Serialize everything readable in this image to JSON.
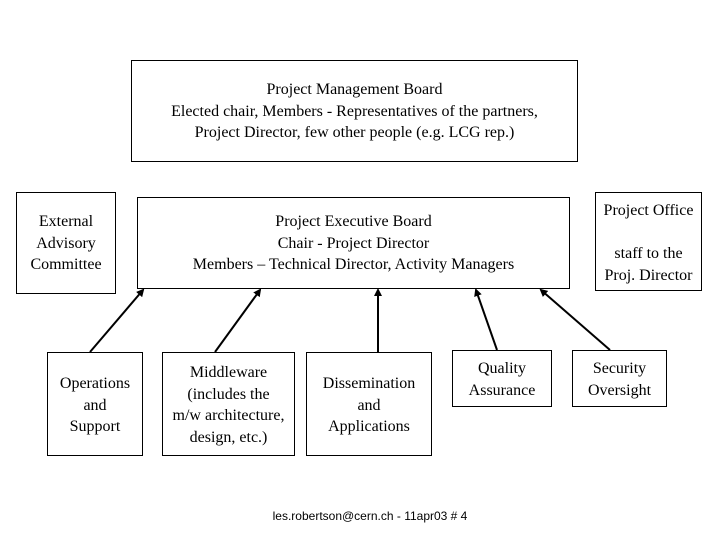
{
  "boards": {
    "pmb": [
      "Project Management Board",
      "Elected chair, Members - Representatives of the partners,",
      "Project Director, few other people (e.g. LCG rep.)"
    ],
    "peb": [
      "Project Executive Board",
      "Chair - Project Director",
      "Members – Technical Director, Activity Managers"
    ],
    "advisory": [
      "External",
      "Advisory",
      "Committee"
    ],
    "office_title": "Project Office",
    "office_desc": [
      "staff to the",
      "Proj. Director"
    ]
  },
  "activities": {
    "operations": [
      "Operations",
      "and",
      "Support"
    ],
    "middleware": [
      "Middleware",
      "(includes the",
      "m/w architecture,",
      "design, etc.)"
    ],
    "dissemination": [
      "Dissemination",
      "and",
      "Applications"
    ],
    "quality": [
      "Quality",
      "Assurance"
    ],
    "security": [
      "Security",
      "Oversight"
    ]
  },
  "footer": "les.robertson@cern.ch  -  11apr03 # 4"
}
